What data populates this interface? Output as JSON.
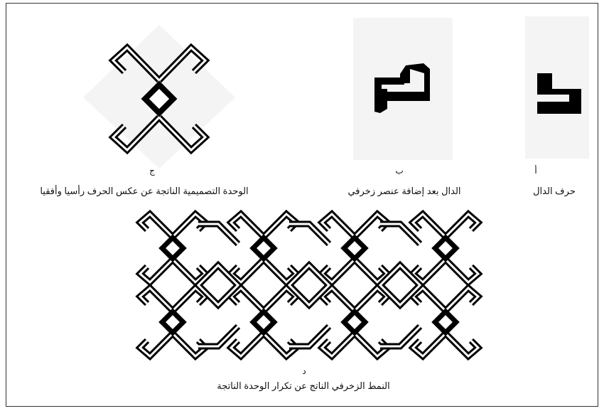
{
  "figure": {
    "panel_a": {
      "letter": "أ",
      "caption": "حرف الدال"
    },
    "panel_b": {
      "letter": "ب",
      "caption": "الدال بعد إضافة عنصر زخرفي"
    },
    "panel_c": {
      "letter": "ج",
      "caption": "الوحدة التصميمية الناتجة عن عكس الحرف رأسيا وأفقيا"
    },
    "panel_d": {
      "letter": "د",
      "caption": "النمط الزخرفي الناتج عن تكرار الوحدة الناتجة"
    }
  },
  "colors": {
    "ink": "#000000",
    "shade": "#f4f4f4",
    "frame": "#333333"
  }
}
